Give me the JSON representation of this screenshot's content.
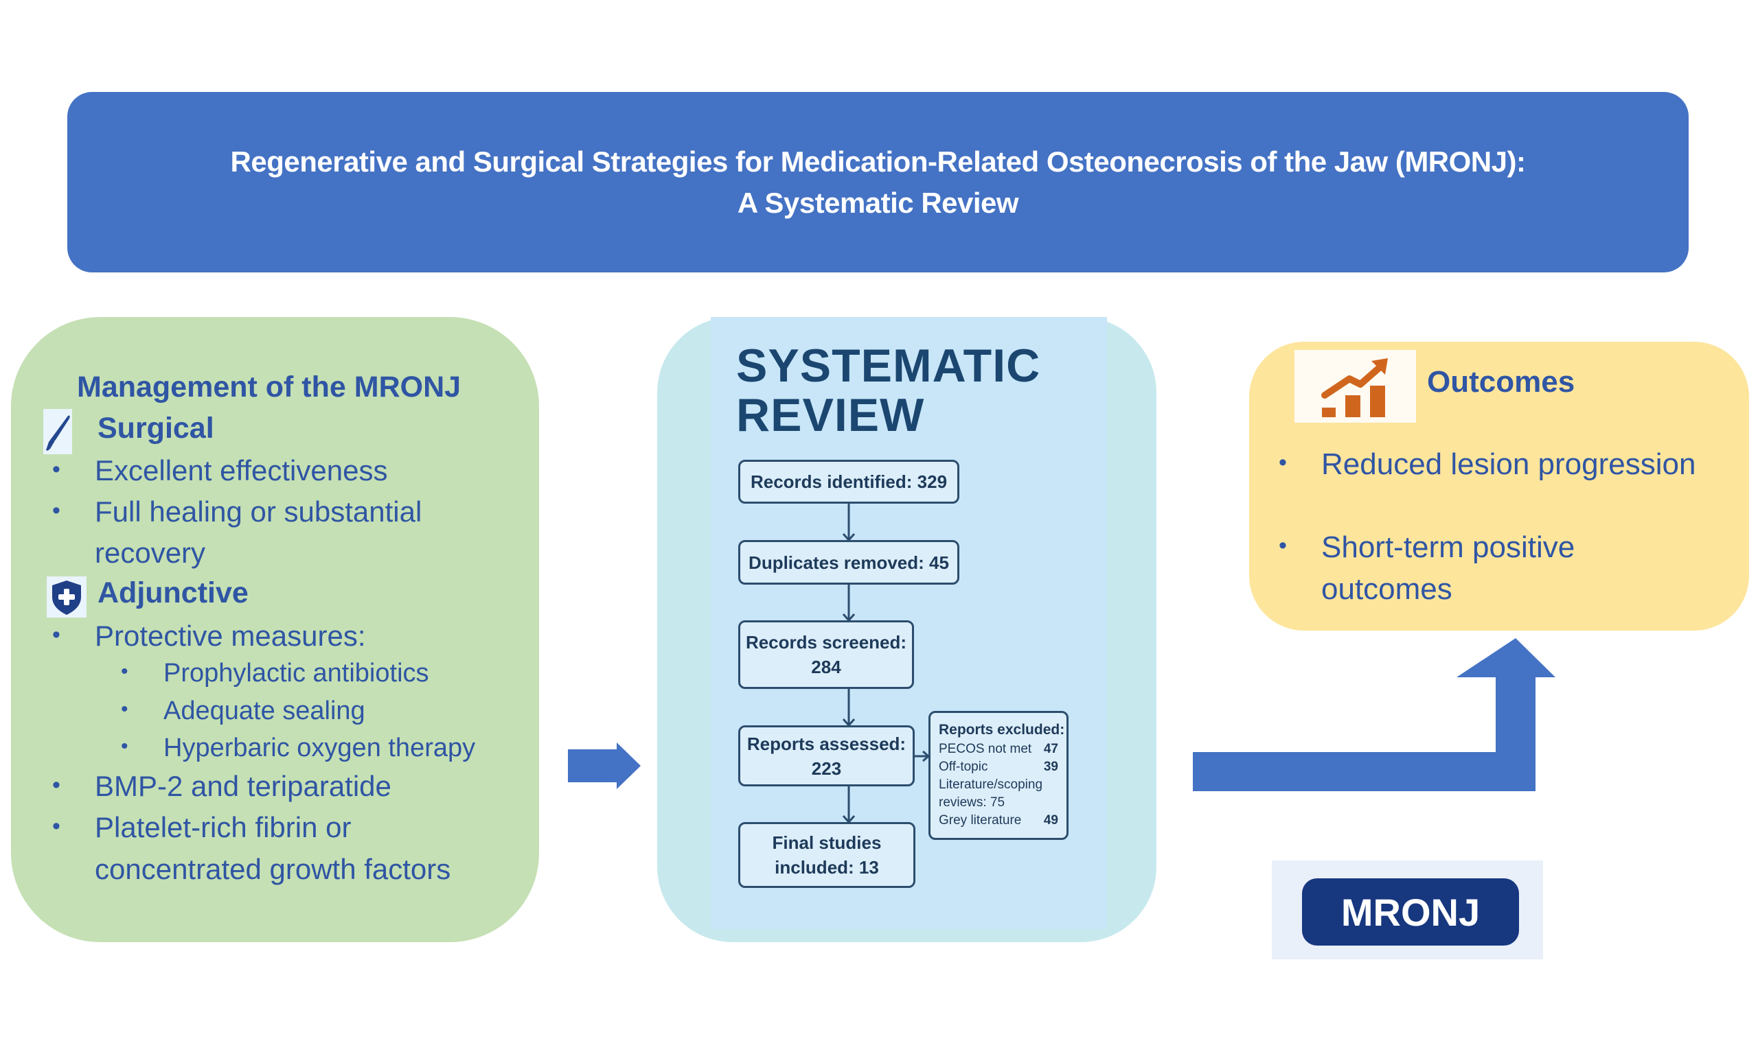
{
  "title": {
    "line1": "Regenerative and Surgical Strategies for Medication-Related Osteonecrosis of the Jaw (MRONJ):",
    "line2": "A Systematic Review"
  },
  "management": {
    "heading": "Management of the MRONJ",
    "surgical": {
      "icon": "scalpel-icon",
      "label": "Surgical",
      "items": [
        "Excellent effectiveness",
        "Full healing or substantial",
        "recovery"
      ]
    },
    "adjunctive": {
      "icon": "shield-plus-icon",
      "label": "Adjunctive",
      "items": [
        "Protective measures:",
        "Prophylactic antibiotics",
        "Adequate sealing",
        "Hyperbaric oxygen therapy",
        "BMP-2 and teriparatide",
        "Platelet-rich fibrin or",
        "concentrated growth factors"
      ]
    },
    "bullet": "•"
  },
  "systematic_review": {
    "title_line1": "SYSTEMATIC",
    "title_line2": "REVIEW",
    "flow": {
      "identified": "Records identified: 329",
      "duplicates": "Duplicates removed: 45",
      "screened_label": "Records screened:",
      "screened_value": "284",
      "assessed_label": "Reports assessed:",
      "assessed_value": "223",
      "final_label": "Final studies",
      "final_value": "included: 13"
    },
    "excluded": {
      "heading": "Reports excluded:",
      "rows": [
        {
          "label": "PECOS not met",
          "value": "47"
        },
        {
          "label": "Off-topic",
          "value": "39"
        },
        {
          "label": "Literature/scoping",
          "value": ""
        },
        {
          "label": "reviews: 75",
          "value": ""
        },
        {
          "label": "Grey literature",
          "value": "49"
        }
      ]
    }
  },
  "outcomes": {
    "icon": "growth-chart-icon",
    "heading": "Outcomes",
    "items": [
      "Reduced lesion progression",
      "Short-term positive",
      "outcomes"
    ],
    "bullet": "•"
  },
  "badge": {
    "label": "MRONJ"
  },
  "colors": {
    "primary_blue": "#4472C4",
    "green_panel": "#C5E0B4",
    "blue_panel": "#C7E9EE",
    "yellow_panel": "#FDE59C",
    "text_blue": "#2F55A4",
    "navy": "#17377F",
    "icon_orange": "#D0661E"
  }
}
